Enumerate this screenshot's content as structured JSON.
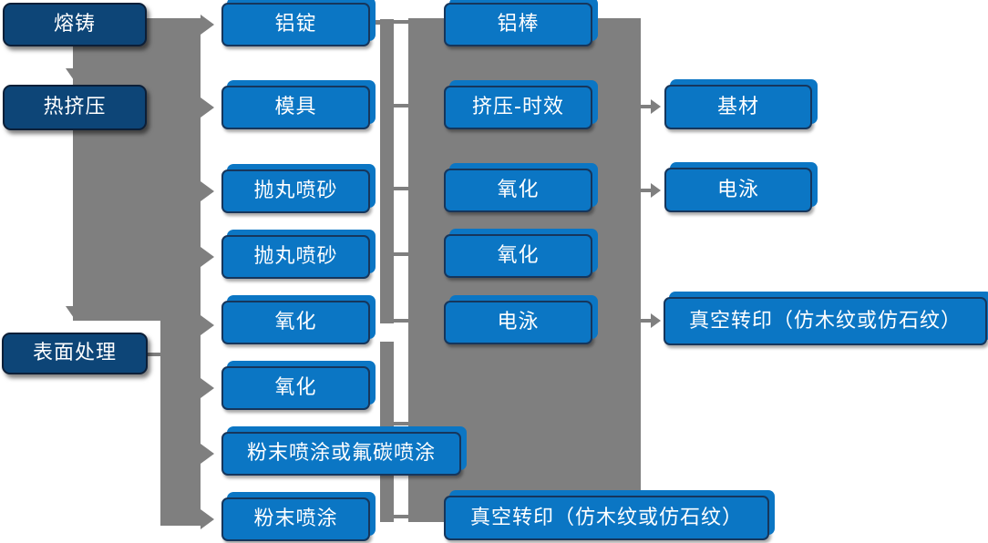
{
  "diagram": {
    "title": "",
    "type": "process-flowchart",
    "colors": {
      "stage_box": "#0d4577",
      "step_box": "#0b76c4",
      "box_border": "#16365c",
      "connector": "#7f7f7f",
      "text": "#ffffff",
      "background": "#ffffff"
    },
    "nodes": {
      "melting": {
        "label": "熔铸"
      },
      "hot_extrusion": {
        "label": "热挤压"
      },
      "surface_treatment": {
        "label": "表面处理"
      },
      "aluminum_ingot": {
        "label": "铝锭"
      },
      "mold": {
        "label": "模具"
      },
      "shot_blasting_1": {
        "label": "抛丸喷砂"
      },
      "shot_blasting_2": {
        "label": "抛丸喷砂"
      },
      "oxidation_1": {
        "label": "氧化"
      },
      "oxidation_2": {
        "label": "氧化"
      },
      "powder_or_fluorocarbon": {
        "label": "粉末喷涂或氟碳喷涂"
      },
      "powder_coating": {
        "label": "粉末喷涂"
      },
      "aluminum_rod": {
        "label": "铝棒"
      },
      "extrusion_aging": {
        "label": "挤压-时效"
      },
      "oxidation_3": {
        "label": "氧化"
      },
      "oxidation_4": {
        "label": "氧化"
      },
      "electrophoresis_1": {
        "label": "电泳"
      },
      "vacuum_transfer_1": {
        "label": "真空转印（仿木纹或仿石纹）"
      },
      "base_material": {
        "label": "基材"
      },
      "electrophoresis_2": {
        "label": "电泳"
      },
      "vacuum_transfer_2": {
        "label": "真空转印（仿木纹或仿石纹）"
      }
    },
    "edges": [
      {
        "from": "melting",
        "to": "aluminum_ingot"
      },
      {
        "from": "melting",
        "to": "hot_extrusion"
      },
      {
        "from": "hot_extrusion",
        "to": "mold"
      },
      {
        "from": "hot_extrusion",
        "to": "surface_treatment"
      },
      {
        "from": "surface_treatment",
        "to": "shot_blasting_1"
      },
      {
        "from": "surface_treatment",
        "to": "shot_blasting_2"
      },
      {
        "from": "surface_treatment",
        "to": "oxidation_1"
      },
      {
        "from": "surface_treatment",
        "to": "oxidation_2"
      },
      {
        "from": "surface_treatment",
        "to": "powder_or_fluorocarbon"
      },
      {
        "from": "surface_treatment",
        "to": "powder_coating"
      },
      {
        "from": "aluminum_ingot",
        "to": "aluminum_rod"
      },
      {
        "from": "mold",
        "to": "extrusion_aging"
      },
      {
        "from": "shot_blasting_1",
        "to": "oxidation_3"
      },
      {
        "from": "shot_blasting_2",
        "to": "oxidation_4"
      },
      {
        "from": "oxidation_1",
        "to": "electrophoresis_1"
      },
      {
        "from": "extrusion_aging",
        "to": "base_material"
      },
      {
        "from": "oxidation_3",
        "to": "electrophoresis_2"
      },
      {
        "from": "electrophoresis_1",
        "to": "vacuum_transfer_2"
      },
      {
        "from": "powder_coating",
        "to": "vacuum_transfer_1"
      }
    ]
  }
}
